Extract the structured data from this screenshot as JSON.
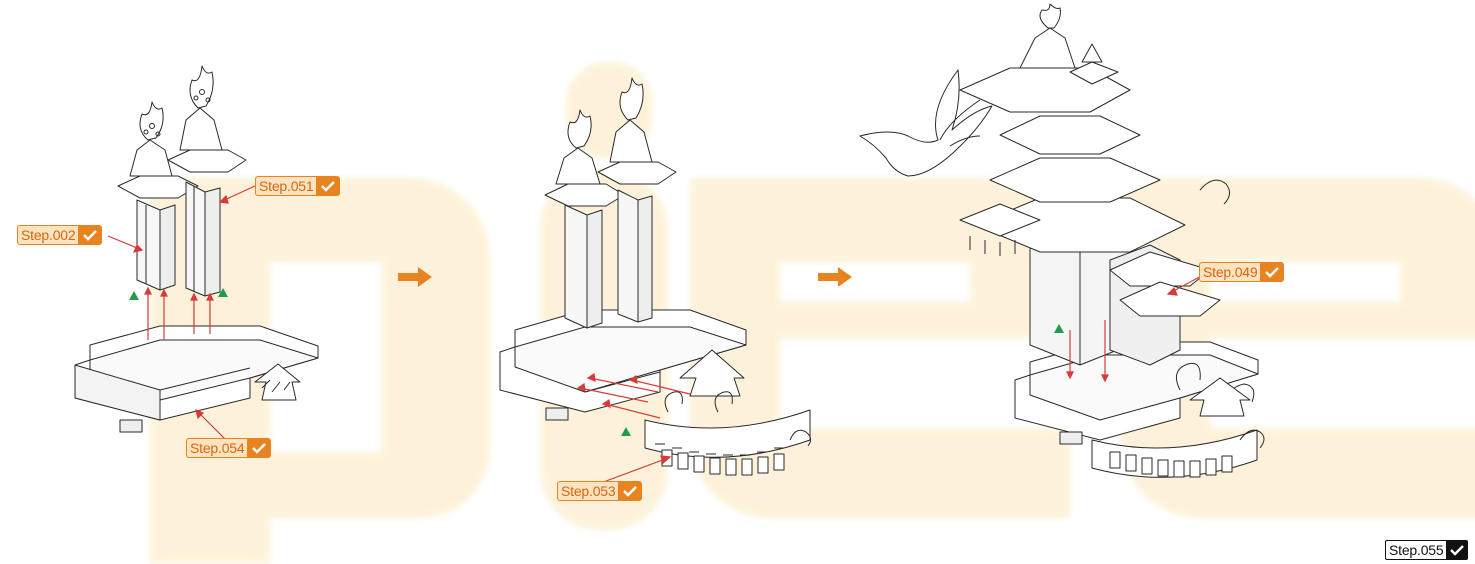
{
  "steps": {
    "s002": "Step.002",
    "s051": "Step.051",
    "s054": "Step.054",
    "s053": "Step.053",
    "s049": "Step.049",
    "s055": "Step.055"
  },
  "icons": {
    "check": "check-icon",
    "next": "arrow-right-icon",
    "marker": "triangle-icon"
  },
  "colors": {
    "accent": "#e8841f",
    "accent_fill": "#fde3bf",
    "callout": "#d83a3a",
    "marker": "#1f9d4a",
    "line": "#2a2a2a",
    "watermark": "#fbe3a6"
  }
}
